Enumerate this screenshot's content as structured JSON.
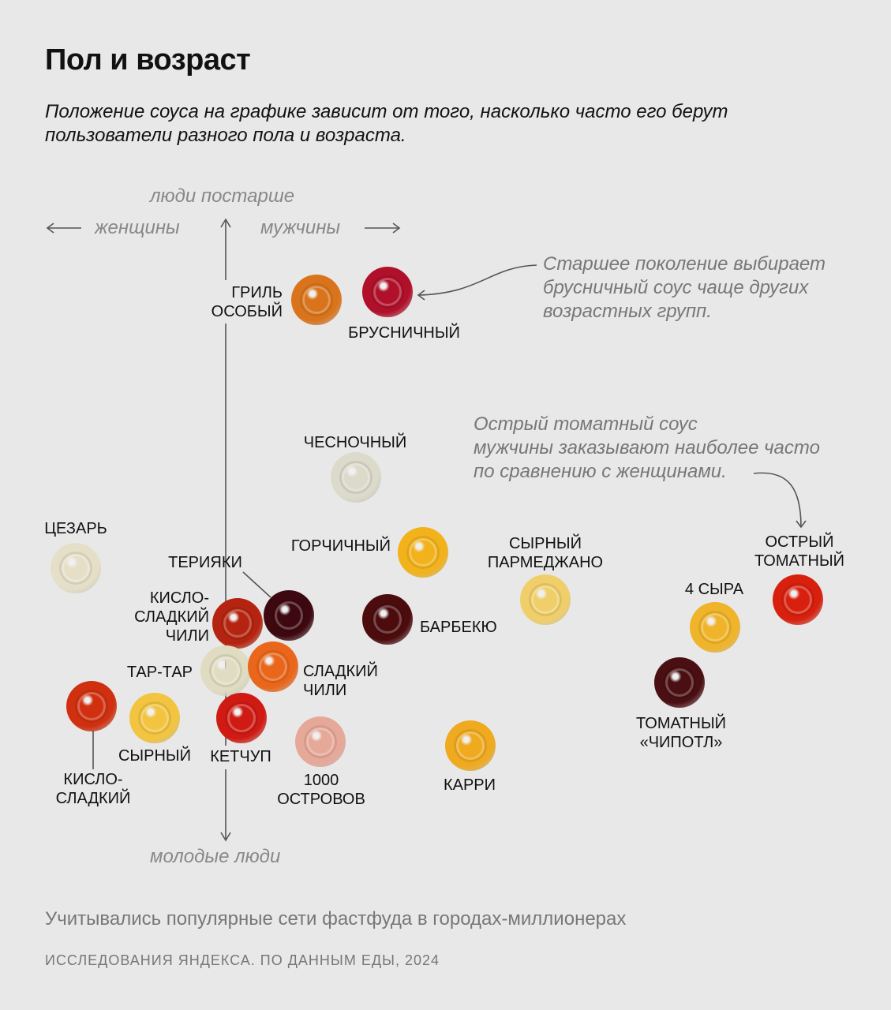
{
  "title": "Пол и возраст",
  "subtitle": "Положение соуса на графике зависит от того, насколько часто его берут пользователи разного пола и возраста.",
  "chart_data": {
    "type": "scatter",
    "title": "Пол и возраст",
    "xlabel_left": "женщины",
    "xlabel_right": "мужчины",
    "ylabel_top": "люди постарше",
    "ylabel_bottom": "молодые люди",
    "xlim": [
      -5,
      16
    ],
    "ylim": [
      -7,
      9
    ],
    "grid": false,
    "points": [
      {
        "label": "ГРИЛЬ\nОСОБЫЙ",
        "x": 2.3,
        "y": 6.8,
        "color": "#d9741c"
      },
      {
        "label": "БРУСНИЧНЫЙ",
        "x": 4.1,
        "y": 7.0,
        "color": "#b0102a"
      },
      {
        "label": "ЧЕСНОЧНЫЙ",
        "x": 3.3,
        "y": 2.3,
        "color": "#dcdacb"
      },
      {
        "label": "ЦЕЗАРЬ",
        "x": -3.8,
        "y": 0.0,
        "color": "#e6dfc8"
      },
      {
        "label": "ГОРЧИЧНЫЙ",
        "x": 5.0,
        "y": 0.4,
        "color": "#f2b21c"
      },
      {
        "label": "СЫРНЫЙ\nПАРМЕДЖАНО",
        "x": 8.1,
        "y": -0.8,
        "color": "#f0cf6a"
      },
      {
        "label": "ОСТРЫЙ\nТОМАТНЫЙ",
        "x": 14.5,
        "y": -0.8,
        "color": "#d8200e"
      },
      {
        "label": "4 СЫРА",
        "x": 12.4,
        "y": -1.5,
        "color": "#f0b42a"
      },
      {
        "label": "ТОМАТНЫЙ\n«ЧИПОТЛ»",
        "x": 11.5,
        "y": -2.9,
        "color": "#4a0f12"
      },
      {
        "label": "ТЕРИЯКИ",
        "x": 1.6,
        "y": -1.2,
        "color": "#3e0810"
      },
      {
        "label": "КИСЛО-\nСЛАДКИЙ\nЧИЛИ",
        "x": 0.3,
        "y": -1.4,
        "color": "#b52410"
      },
      {
        "label": "БАРБЕКЮ",
        "x": 4.1,
        "y": -1.3,
        "color": "#4c0c0e"
      },
      {
        "label": "ТАР-ТАР",
        "x": 0.0,
        "y": -2.6,
        "color": "#e0dcc2"
      },
      {
        "label": "СЛАДКИЙ\nЧИЛИ",
        "x": 1.2,
        "y": -2.5,
        "color": "#e9661a"
      },
      {
        "label": "КИСЛО-\nСЛАДКИЙ",
        "x": -3.4,
        "y": -3.5,
        "color": "#d03010"
      },
      {
        "label": "СЫРНЫЙ",
        "x": -1.8,
        "y": -3.8,
        "color": "#f2c440"
      },
      {
        "label": "КЕТЧУП",
        "x": 0.4,
        "y": -3.8,
        "color": "#d01a14"
      },
      {
        "label": "1000\nОСТРОВОВ",
        "x": 2.4,
        "y": -4.4,
        "color": "#e6a898"
      },
      {
        "label": "КАРРИ",
        "x": 6.2,
        "y": -4.5,
        "color": "#efaa20"
      }
    ],
    "annotations": [
      "Старшее поколение выбирает\nбрусничный соус чаще других\nвозрастных групп.",
      "Острый томатный соус\nмужчины заказывают наиболее часто\nпо сравнению с женщинами."
    ]
  },
  "footer": "Учитывались популярные сети фастфуда в городах-миллионерах",
  "source": "ИССЛЕДОВАНИЯ ЯНДЕКСА. ПО ДАННЫМ ЕДЫ, 2024"
}
